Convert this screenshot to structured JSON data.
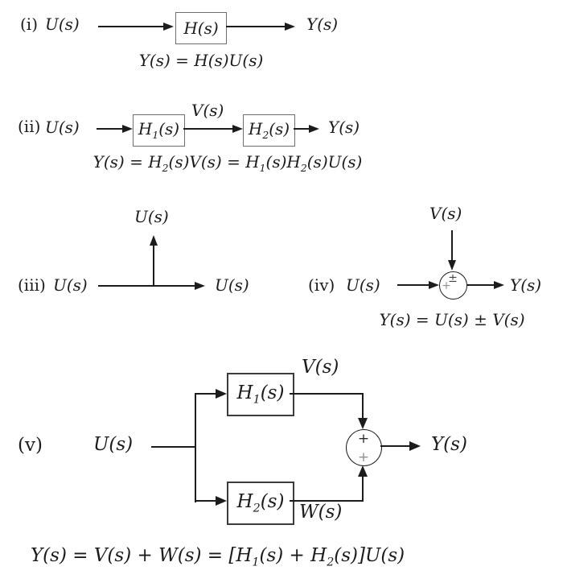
{
  "colors": {
    "ink": "#1c1c1c",
    "block_border": "#6e6e6e",
    "block_border_dark": "#3c3c3c",
    "muted_sign": "#8f8f8f",
    "background": "#ffffff"
  },
  "diagrams": {
    "i": {
      "item_label": "(i)",
      "input": "U(s)",
      "block": "H(s)",
      "output": "Y(s)",
      "equation": "Y(s) = H(s)U(s)"
    },
    "ii": {
      "item_label": "(ii)",
      "input": "U(s)",
      "block1": "H_1(s)",
      "signal": "V(s)",
      "block2": "H_2(s)",
      "output": "Y(s)",
      "equation": "Y(s) = H_2(s)V(s) = H_1(s)H_2(s)U(s)"
    },
    "iii": {
      "item_label": "(iii)",
      "input": "U(s)",
      "branch_top": "U(s)",
      "output": "U(s)"
    },
    "iv": {
      "item_label": "(iv)",
      "input": "U(s)",
      "top_input": "V(s)",
      "output": "Y(s)",
      "sum_sign_top": "±",
      "sum_sign_left": "+",
      "equation": "Y(s) = U(s) ± V(s)"
    },
    "v": {
      "item_label": "(v)",
      "input": "U(s)",
      "block1": "H_1(s)",
      "signal1": "V(s)",
      "block2": "H_2(s)",
      "signal2": "W(s)",
      "output": "Y(s)",
      "sum_sign_top": "+",
      "sum_sign_bottom": "+",
      "equation": "Y(s) = V(s) + W(s) = [H_1(s) + H_2(s)]U(s)"
    }
  }
}
